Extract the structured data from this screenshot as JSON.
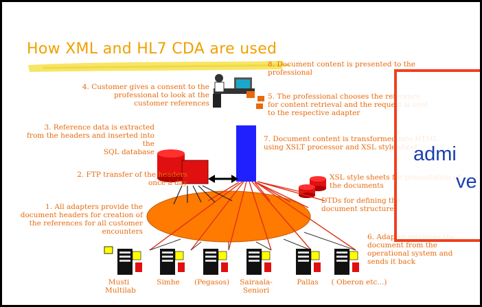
{
  "title": "How XML and HL7 CDA are used",
  "notes": {
    "n8": [
      "8. Document content is presented to the",
      "professional"
    ],
    "n4": [
      "4. Customer gives a consent to the",
      "professional to look at the",
      "customer references"
    ],
    "n5": [
      "5. The professional chooses the reference",
      "for content retrieval and the request is sent",
      "to the respective adapter"
    ],
    "n3": [
      "3. Reference data is extracted",
      "from the headers and inserted into",
      "the",
      "SQL database"
    ],
    "n7": [
      "7. Document content is transformed into HTML",
      "using XSLT processor and XSL style sheet"
    ],
    "n2": [
      "2. FTP transfer of the headers",
      "once a day"
    ],
    "xsl": [
      "XSL style sheets for presentation of",
      "the documents"
    ],
    "dtd": [
      "DTDs for defining the",
      "document structures"
    ],
    "n1": [
      "1. All adapters provide  the",
      "document headers for creation of",
      "the references for all customer",
      "encounters"
    ],
    "n6": [
      "6. Adapter retrieves the",
      "document  from the",
      "operational system and",
      "sends it back"
    ]
  },
  "systems": {
    "musti": [
      "Musti",
      "Multilab"
    ],
    "simhe": "Simhe",
    "pegasos": "(Pegasos)",
    "sairaala": [
      "Sairaala-",
      "Seniori"
    ],
    "pallas": "Pallas",
    "oberon": "( Oberon  etc...)"
  },
  "overlay": {
    "line1": "admi",
    "line2": "ve"
  },
  "colors": {
    "accent": "#e86a0c",
    "title": "#f0a000",
    "hub": "#ff7a00",
    "server": "#2020ff",
    "db": "#e01010",
    "overlay_border": "#f0411e",
    "overlay_text": "#1a3fb0"
  }
}
